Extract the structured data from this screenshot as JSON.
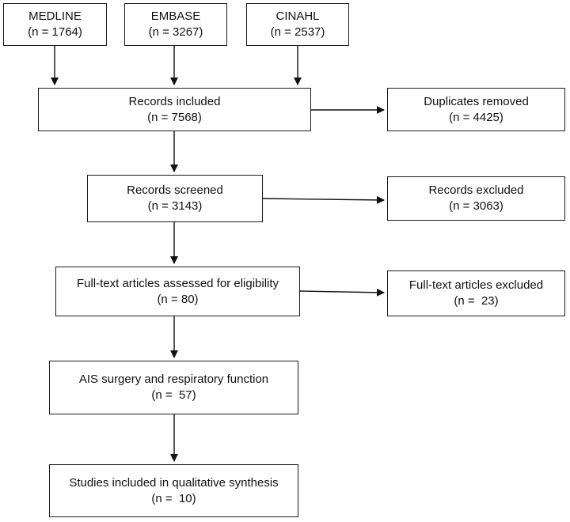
{
  "sources": [
    {
      "name": "MEDLINE",
      "count": "(n = 1764)"
    },
    {
      "name": "EMBASE",
      "count": "(n = 3267)"
    },
    {
      "name": "CINAHL",
      "count": "(n = 2537)"
    }
  ],
  "main": [
    {
      "label": "Records included",
      "count": "(n = 7568)"
    },
    {
      "label": "Records screened",
      "count": "(n = 3143)"
    },
    {
      "label": "Full-text articles assessed for eligibility",
      "count": "(n = 80)"
    },
    {
      "label": "AIS surgery and respiratory function",
      "count": "(n =  57)"
    },
    {
      "label": "Studies included in qualitative synthesis",
      "count": "(n =  10)"
    }
  ],
  "side": [
    {
      "label": "Duplicates removed",
      "count": "(n = 4425)"
    },
    {
      "label": "Records excluded",
      "count": "(n = 3063)"
    },
    {
      "label": "Full-text articles excluded",
      "count": "(n =  23)"
    }
  ]
}
